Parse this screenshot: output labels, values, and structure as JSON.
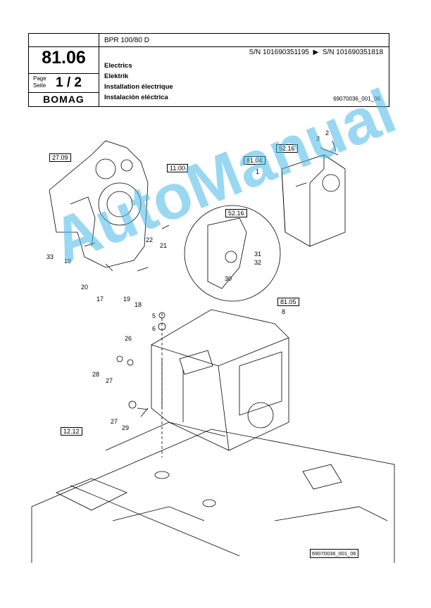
{
  "header": {
    "number": "81.06",
    "page_label_1": "Page",
    "page_label_2": "Seite",
    "page": "1 / 2",
    "logo": "BOMAG",
    "model": "BPR 100/80 D",
    "sn_from": "S/N 101690351195",
    "sn_arrow": "▶",
    "sn_to": "S/N 101690351818",
    "title_en": "Electrics",
    "title_de": "Elektrik",
    "title_fr": "Installation électrique",
    "title_es": "Instalación eléctrica",
    "doc_id": "69070036_001_06"
  },
  "diagram": {
    "ref_boxes": [
      "27.09",
      "11.00",
      "52.16",
      "81.04",
      "52.16",
      "81.05",
      "12.12"
    ],
    "item_numbers": [
      "1",
      "2",
      "3",
      "5",
      "6",
      "8",
      "17",
      "18",
      "19",
      "19",
      "20",
      "21",
      "22",
      "26",
      "27",
      "27",
      "28",
      "29",
      "30",
      "31",
      "32",
      "33"
    ]
  },
  "watermark": "AutoManual",
  "figure_id": "69070036_001_06"
}
